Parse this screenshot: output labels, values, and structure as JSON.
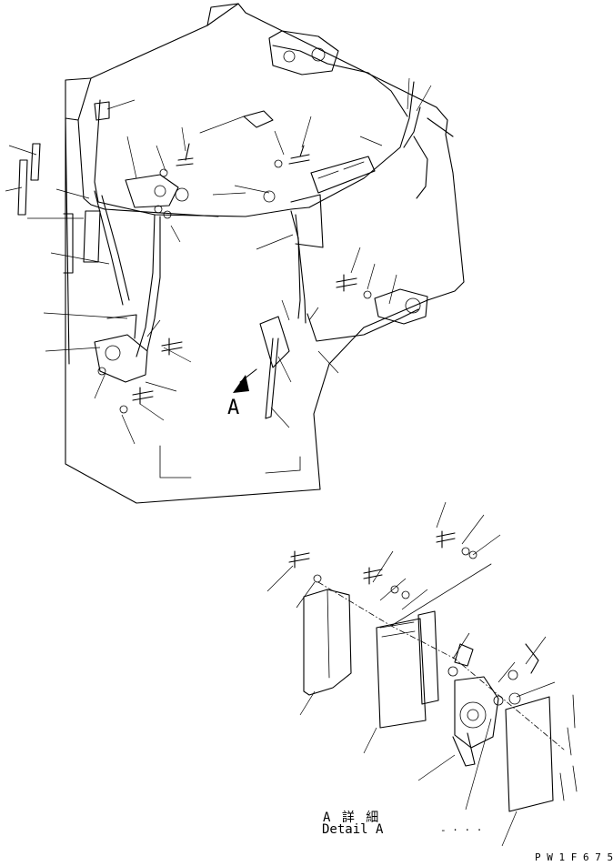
{
  "view_label": "A",
  "detail": {
    "title_jp": "A 詳 細",
    "title_en": "Detail A",
    "dash": "- · · ·"
  },
  "drawing_code": "P W 1 F 6 7 5"
}
